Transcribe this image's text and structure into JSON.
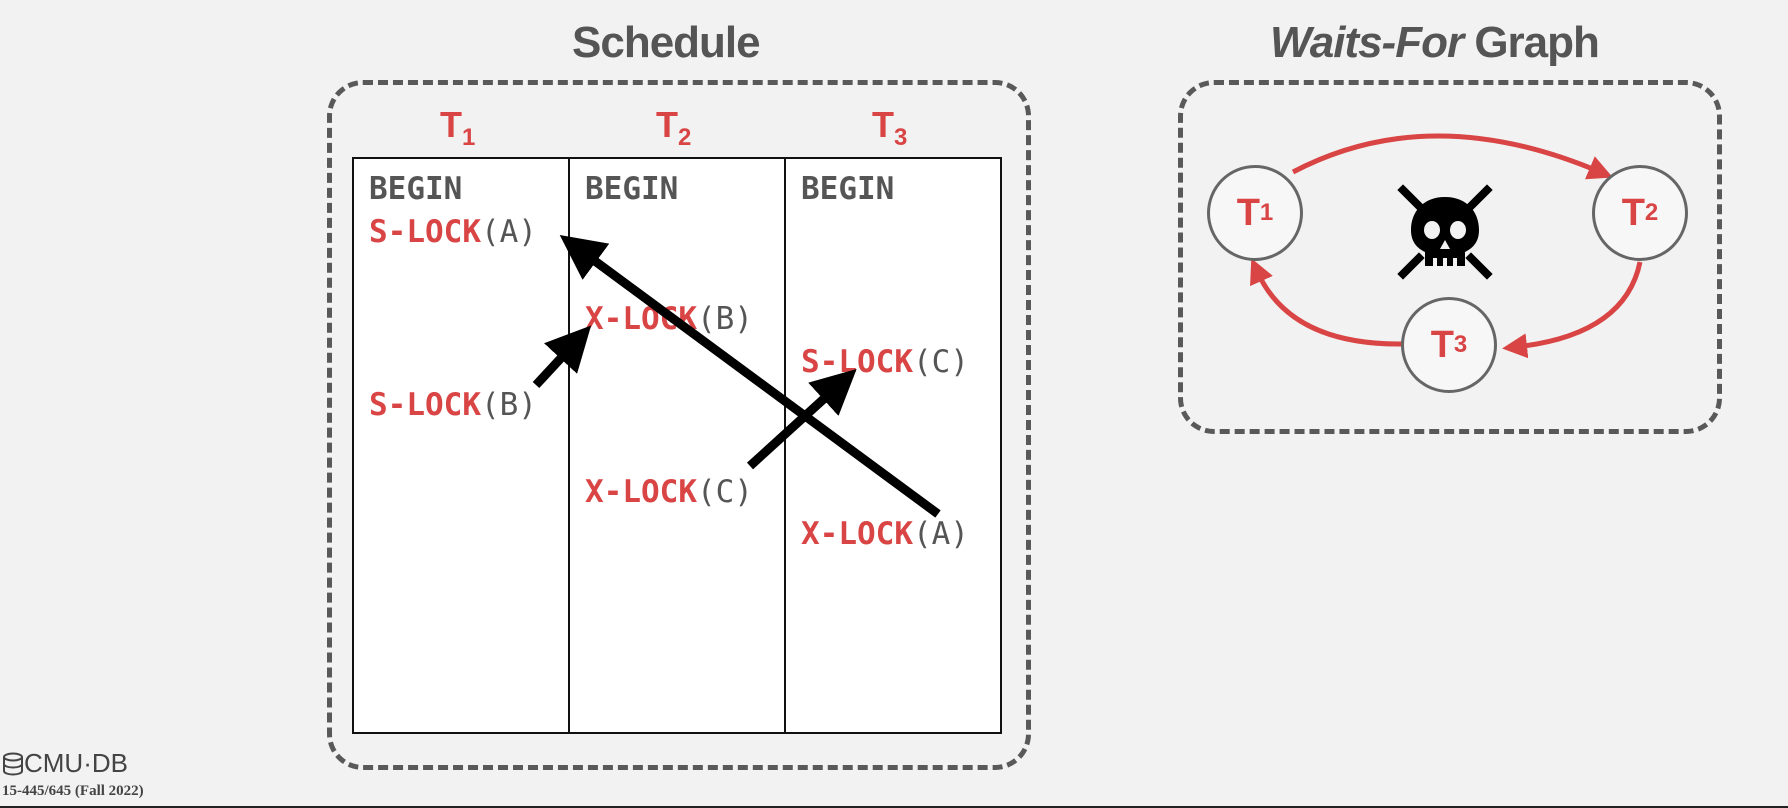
{
  "schedule": {
    "title": "Schedule",
    "transactions": [
      {
        "label": "T",
        "sub": "1"
      },
      {
        "label": "T",
        "sub": "2"
      },
      {
        "label": "T",
        "sub": "3"
      }
    ],
    "columns": [
      {
        "begin": "BEGIN",
        "ops": [
          {
            "kw": "S-LOCK",
            "arg": "(A)"
          },
          {
            "kw": "S-LOCK",
            "arg": "(B)"
          }
        ]
      },
      {
        "begin": "BEGIN",
        "ops": [
          {
            "kw": "X-LOCK",
            "arg": "(B)"
          },
          {
            "kw": "X-LOCK",
            "arg": "(C)"
          }
        ]
      },
      {
        "begin": "BEGIN",
        "ops": [
          {
            "kw": "S-LOCK",
            "arg": "(C)"
          },
          {
            "kw": "X-LOCK",
            "arg": "(A)"
          }
        ]
      }
    ]
  },
  "graph": {
    "title_italic": "Waits-For",
    "title_rest": " Graph",
    "nodes": [
      {
        "label": "T",
        "sub": "1"
      },
      {
        "label": "T",
        "sub": "2"
      },
      {
        "label": "T",
        "sub": "3"
      }
    ],
    "edges": [
      {
        "from": "T1",
        "to": "T2"
      },
      {
        "from": "T2",
        "to": "T3"
      },
      {
        "from": "T3",
        "to": "T1"
      }
    ],
    "deadlock_icon": "skull-crossbones-icon"
  },
  "footer": {
    "logo": "CMU·DB",
    "course": "15-445/645 (Fall 2022)"
  },
  "colors": {
    "accent": "#d94444",
    "text_gray": "#555555",
    "background": "#f2f2f2"
  }
}
